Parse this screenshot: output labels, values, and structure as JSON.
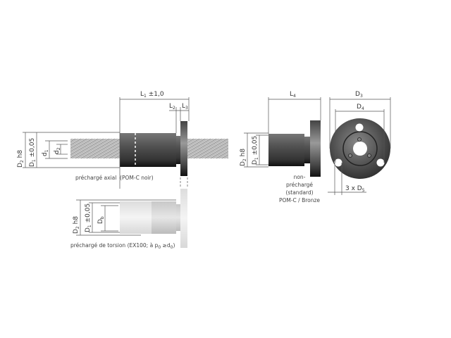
{
  "axial_view": {
    "L1": {
      "main": "L",
      "sub": "1",
      "tol": " ±1,0"
    },
    "L2": {
      "main": "L",
      "sub": "2"
    },
    "L3": {
      "main": "L",
      "sub": "3"
    },
    "D2": {
      "main": "D",
      "sub": "2",
      "tol": " h8"
    },
    "D1": {
      "main": "D",
      "sub": "1",
      "tol": " ±0,05"
    },
    "d1": {
      "main": "d",
      "sub": "1"
    },
    "d2": {
      "main": "d",
      "sub": "2"
    },
    "caption": "préchargé axial  (POM-C noir)"
  },
  "torsion_view": {
    "D2": {
      "main": "D",
      "sub": "2",
      "tol": " h8"
    },
    "D1": {
      "main": "D",
      "sub": "1",
      "tol": " ±0,05"
    },
    "Db": {
      "main": "D",
      "sub": "b"
    },
    "caption_main": "préchargé de torsion (EX100; à p",
    "caption_sub1": "0",
    "caption_mid": " ≥d",
    "caption_sub2": "0",
    "caption_end": ")"
  },
  "standard_view": {
    "L4": {
      "main": "L",
      "sub": "4"
    },
    "D2": {
      "main": "D",
      "sub": "2",
      "tol": " h8"
    },
    "D1": {
      "main": "D",
      "sub": "1",
      "tol": " ±0,05"
    },
    "caption_lines": [
      "non-",
      "préchargé",
      "(standard)",
      "POM-C / Bronze"
    ]
  },
  "flange_view": {
    "D3": {
      "main": "D",
      "sub": "3"
    },
    "D4": {
      "main": "D",
      "sub": "4"
    },
    "D5": {
      "prefix": "3 x D",
      "sub": "5"
    }
  }
}
